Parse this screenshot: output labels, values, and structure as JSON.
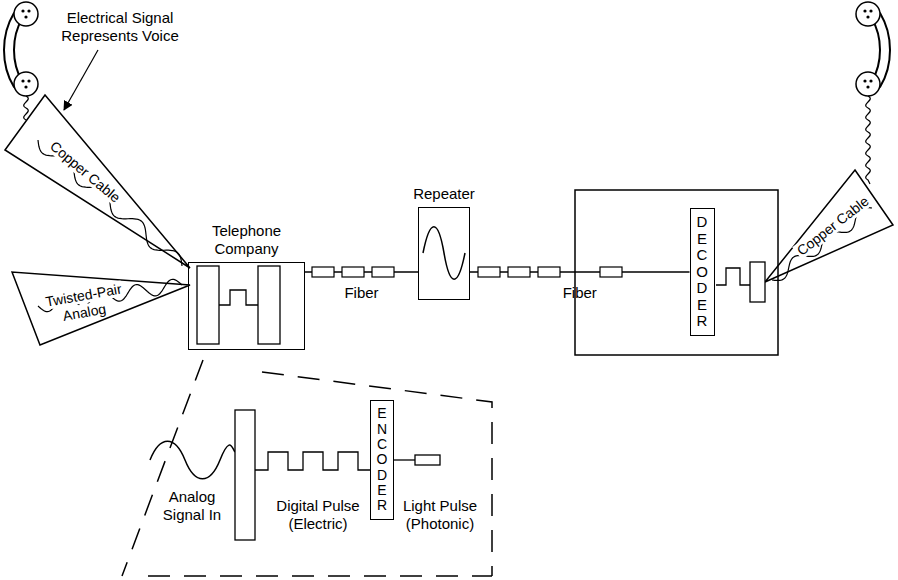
{
  "diagram": {
    "nodes": [
      {
        "text": [
          "Telephone Company"
        ]
      },
      {
        "text": [
          "Repeater"
        ]
      },
      {
        "text": [
          "DECODER"
        ]
      },
      {
        "text": [
          "ENCODER"
        ]
      }
    ],
    "edges": [
      {
        "from": 0,
        "to": 1,
        "label": "Fiber",
        "arrow": "none"
      },
      {
        "from": 1,
        "to": 2,
        "label": "Fiber",
        "arrow": "none"
      }
    ],
    "labels": [
      "Electrical Signal Represents Voice",
      "Copper Cable",
      "Twisted-Pair Analog",
      "Copper Cable",
      "Analog Signal In",
      "Digital Pulse (Electric)",
      "Light Pulse (Photonic)"
    ]
  }
}
